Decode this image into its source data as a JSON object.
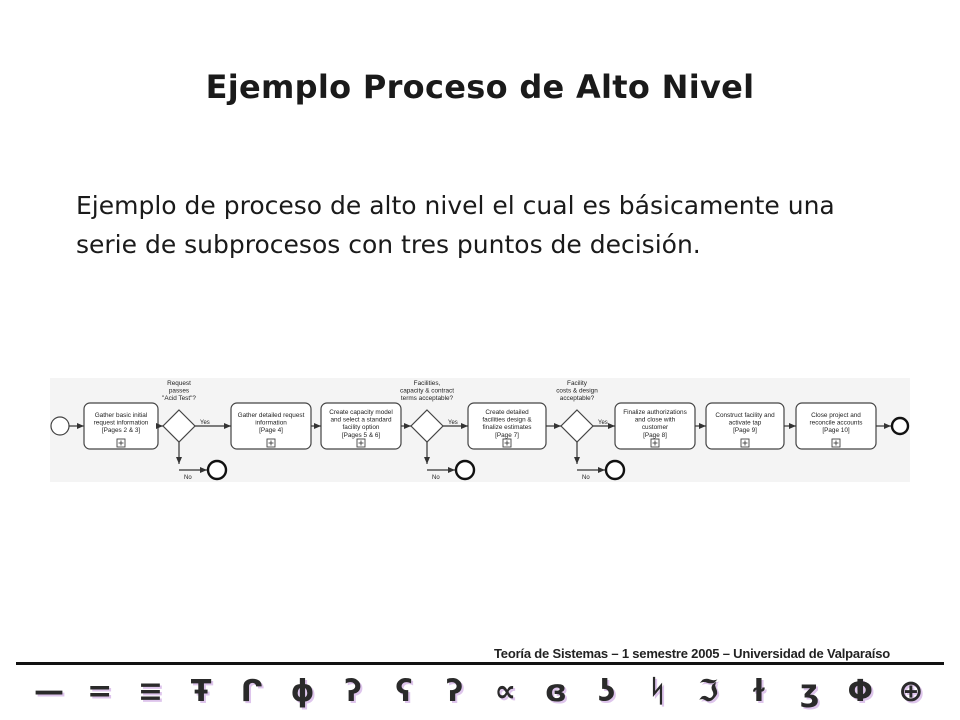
{
  "slide": {
    "title": "Ejemplo Proceso de Alto Nivel",
    "body": "Ejemplo de proceso de alto nivel el cual es básicamente una serie de subprocesos con tres puntos de decisión.",
    "footer": "Teoría de Sistemas – 1 semestre 2005 – Universidad de Valparaíso"
  },
  "diagram": {
    "tasks": [
      {
        "lines": [
          "Gather basic initial",
          "request information",
          "[Pages 2 & 3]"
        ]
      },
      {
        "lines": [
          "Gather detailed request",
          "information",
          "[Page 4]"
        ]
      },
      {
        "lines": [
          "Create capacity model",
          "and select a standard",
          "facility option",
          "[Pages 5 & 6]"
        ]
      },
      {
        "lines": [
          "Create detailed",
          "facilities design &",
          "finalize estimates",
          "[Page 7]"
        ]
      },
      {
        "lines": [
          "Finalize authorizations",
          "and close with",
          "customer",
          "[Page 8]"
        ]
      },
      {
        "lines": [
          "Construct facility and",
          "activate tap",
          "[Page 9]"
        ]
      },
      {
        "lines": [
          "Close project and",
          "reconcile accounts",
          "[Page 10]"
        ]
      }
    ],
    "gateways": [
      {
        "question_lines": [
          "Request",
          "passes",
          "\"Acid Test\"?"
        ],
        "yes_label": "Yes",
        "no_label": "No"
      },
      {
        "question_lines": [
          "Facilities,",
          "capacity & contract",
          "terms acceptable?"
        ],
        "yes_label": "Yes",
        "no_label": "No"
      },
      {
        "question_lines": [
          "Facility",
          "costs & design",
          "acceptable?"
        ],
        "yes_label": "Yes",
        "no_label": "No"
      }
    ],
    "subprocess_marker": "+"
  },
  "decor": {
    "glyphs": [
      "—",
      "=",
      "≡",
      "Ŧ",
      "ᒋ",
      "ϕ",
      "ʔ",
      "ʕ",
      "ʔ",
      "∝",
      "ɞ",
      "ʖ",
      "ᛋ",
      "ℑ",
      "ɫ",
      "ʒ",
      "Φ",
      "⊕"
    ]
  }
}
